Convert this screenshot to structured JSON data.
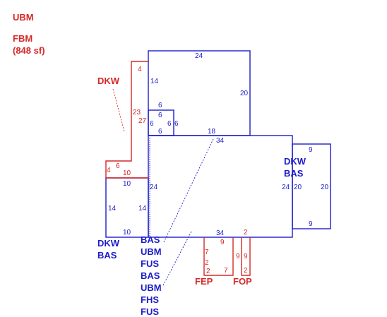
{
  "colors": {
    "red": "#d62828",
    "blue": "#1c1cc8"
  },
  "header": {
    "ubm": "UBM",
    "fbm": "FBM",
    "fbm_area": "(848 sf)"
  },
  "labels": {
    "dkw_top": "DKW",
    "dkw_left": "DKW",
    "bas_left": "BAS",
    "dkw_right": "DKW",
    "bas_right": "BAS",
    "center_stack": [
      "BAS",
      "UBM",
      "FUS",
      "BAS",
      "UBM",
      "FHS",
      "FUS"
    ],
    "fep": "FEP",
    "fop": "FOP"
  },
  "dims": {
    "top_w": "24",
    "top_h_left": "14",
    "top_h_right": "20",
    "red_strip_top": "4",
    "red_strip_23": "23",
    "red_strip_27": "27",
    "inner6_a": "6",
    "inner6_b": "6",
    "inner6_c": "6",
    "inner6_d": "6",
    "inner6_e": "6",
    "inner6_f": "6",
    "main_18": "18",
    "main_34_top": "34",
    "main_24": "24",
    "main_34_bottom": "34",
    "deck_6": "6",
    "deck_4": "4",
    "deck_10": "10",
    "left_10_top": "10",
    "left_14_left": "14",
    "left_14_right": "14",
    "left_10_bottom": "10",
    "right_9_top": "9",
    "right_24": "24",
    "right_20_inner": "20",
    "right_20_outer": "20",
    "right_9_bottom": "9",
    "fep_9": "9",
    "fep_7_left": "7",
    "fep_2_left": "2",
    "fep_2_bottom": "2",
    "fep_7_bottom": "7",
    "fop_2_top": "2",
    "fop_9a": "9",
    "fop_9b": "9",
    "fop_2_bottom": "2"
  }
}
